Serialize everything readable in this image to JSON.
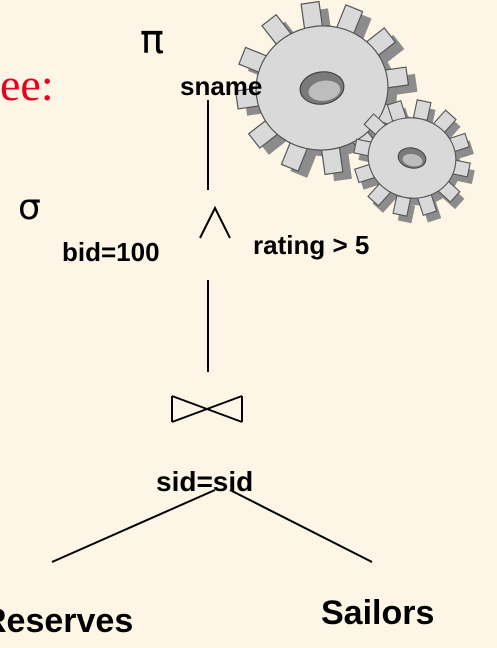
{
  "slide": {
    "title_fragment": "ee:",
    "projection_symbol": "π",
    "projection_attr": "sname",
    "selection_symbol": "σ",
    "selection_left": "bid=100",
    "and_symbol": "^",
    "selection_right": "rating > 5",
    "join_condition": "sid=sid",
    "left_relation": "Reserves",
    "right_relation": "Sailors",
    "gear_icon": "gear-icon"
  },
  "colors": {
    "background": "#fdf5e6",
    "title": "#e8001c",
    "lines": "#000000",
    "gear": "#d9d9d9"
  }
}
